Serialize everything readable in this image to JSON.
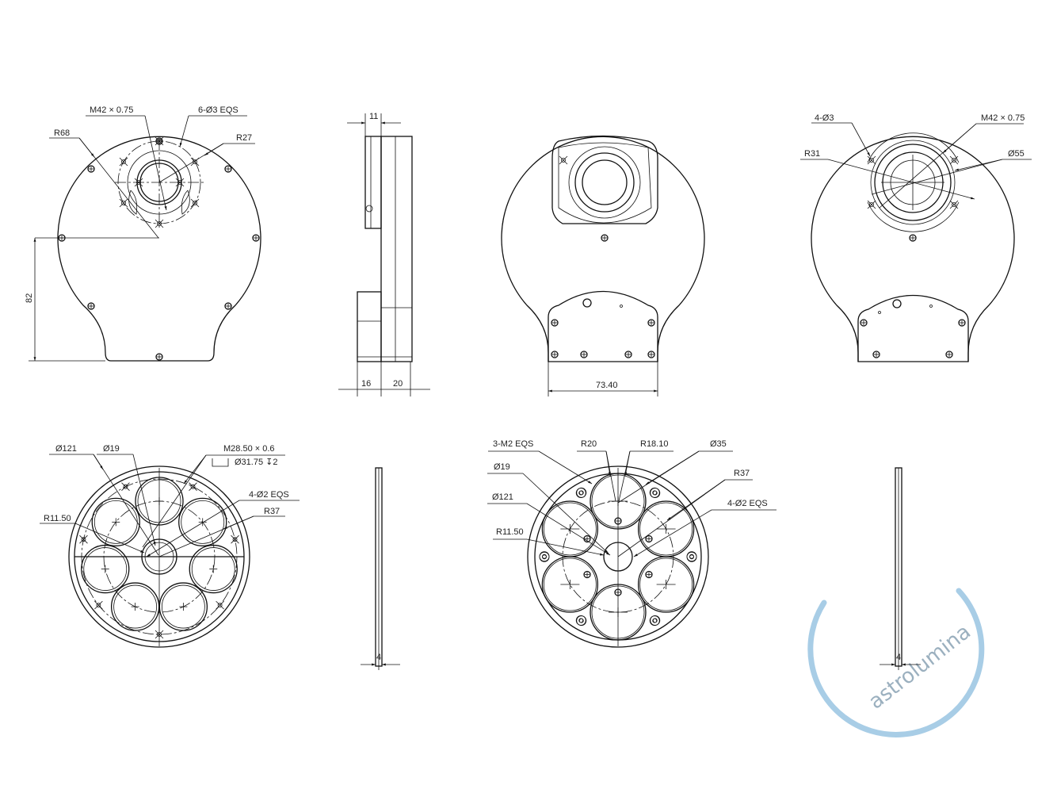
{
  "front_view": {
    "thread": "M42 × 0.75",
    "holes": "6-Ø3 EQS",
    "outer_radius": "R68",
    "inner_radius": "R27",
    "height": "82"
  },
  "side_view": {
    "top_width": "11",
    "bottom_left": "16",
    "bottom_right": "20"
  },
  "back_view": {
    "plate_width": "73.40"
  },
  "rear_mount_view": {
    "holes": "4-Ø3",
    "thread": "M42 × 0.75",
    "radius": "R31",
    "diameter": "Ø55"
  },
  "filter_wheel_left": {
    "outer_diameter": "Ø121",
    "hub_diameter": "Ø19",
    "filter_thread": "M28.50 × 0.6",
    "counterbore": "Ø31.75 ↧2",
    "holes": "4-Ø2 EQS",
    "pitch_radius": "R37",
    "hub_radius": "R11.50"
  },
  "filter_wheel_right": {
    "screws": "3-M2 EQS",
    "radius_a": "R20",
    "radius_b": "R18.10",
    "filter_diameter": "Ø35",
    "hub_diameter": "Ø19",
    "pitch_radius": "R37",
    "outer_diameter": "Ø121",
    "holes": "4-Ø2 EQS",
    "hub_radius": "R11.50"
  },
  "plate_thickness": {
    "left": "4",
    "right": "4"
  },
  "watermark": {
    "text": "astrolumina",
    "color": "#a8cde6"
  }
}
